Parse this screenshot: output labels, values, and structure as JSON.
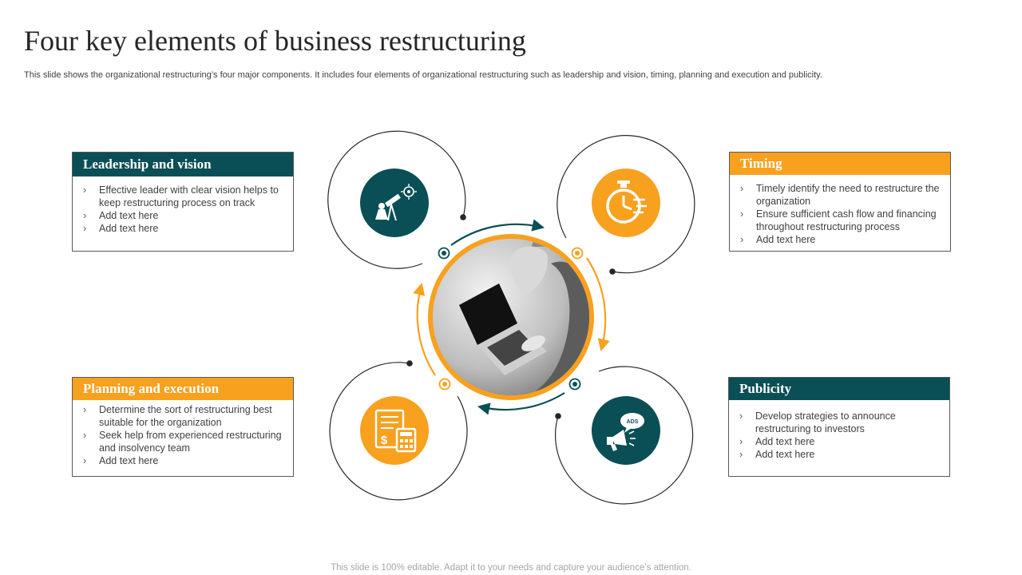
{
  "slide": {
    "title": "Four key elements of business restructuring",
    "subtitle": "This slide shows the organizational restructuring’s four major components. It includes four elements of organizational restructuring such as leadership and vision, timing, planning and execution and publicity.",
    "footer": "This slide is 100% editable. Adapt it to your needs and capture your audience’s attention."
  },
  "elements": [
    {
      "heading": "Leadership and vision",
      "bullets": [
        "Effective leader with clear vision helps to keep restructuring process on track",
        "Add text here",
        "Add text here"
      ],
      "icon": "telescope-target-icon",
      "color": "#0a4f55"
    },
    {
      "heading": "Timing",
      "bullets": [
        "Timely identify the need to restructure the organization",
        "Ensure sufficient cash flow and financing throughout restructuring process",
        "Add text here"
      ],
      "icon": "stopwatch-icon",
      "color": "#f8a11f"
    },
    {
      "heading": "Planning and execution",
      "bullets": [
        "Determine the sort of restructuring best suitable for the organization",
        "Seek help from experienced restructuring and insolvency team",
        "Add text here"
      ],
      "icon": "document-calculator-icon",
      "color": "#f8a11f"
    },
    {
      "heading": "Publicity",
      "bullets": [
        "Develop strategies to announce restructuring to investors",
        "Add text here",
        "Add text here"
      ],
      "icon": "megaphone-ads-icon",
      "color": "#0a4f55"
    }
  ],
  "icons": {
    "ads_badge": "ADS"
  },
  "center_photo": "person-working-on-laptop-photo",
  "colors": {
    "teal": "#0a4f55",
    "orange": "#f8a11f",
    "outline": "#262626"
  }
}
